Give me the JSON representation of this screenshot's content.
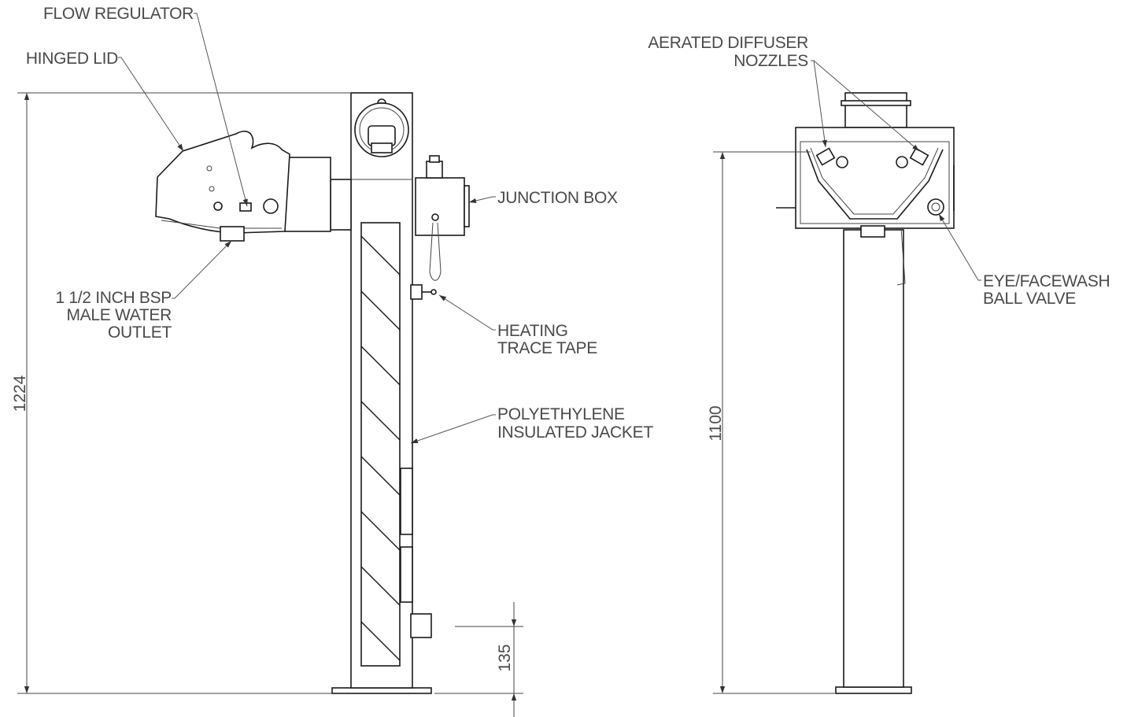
{
  "labels": {
    "flow_regulator": "FLOW REGULATOR",
    "hinged_lid": "HINGED LID",
    "junction_box": "JUNCTION BOX",
    "outlet_line1": "1 1/2 INCH BSP",
    "outlet_line2": "MALE WATER",
    "outlet_line3": "OUTLET",
    "heating_line1": "HEATING",
    "heating_line2": "TRACE TAPE",
    "jacket_line1": "POLYETHYLENE",
    "jacket_line2": "INSULATED JACKET",
    "nozzles_line1": "AERATED DIFFUSER",
    "nozzles_line2": "NOZZLES",
    "valve_line1": "EYE/FACEWASH",
    "valve_line2": "BALL VALVE"
  },
  "dimensions": {
    "overall_height": "1224",
    "post_height": "1100",
    "outlet_height": "135"
  }
}
